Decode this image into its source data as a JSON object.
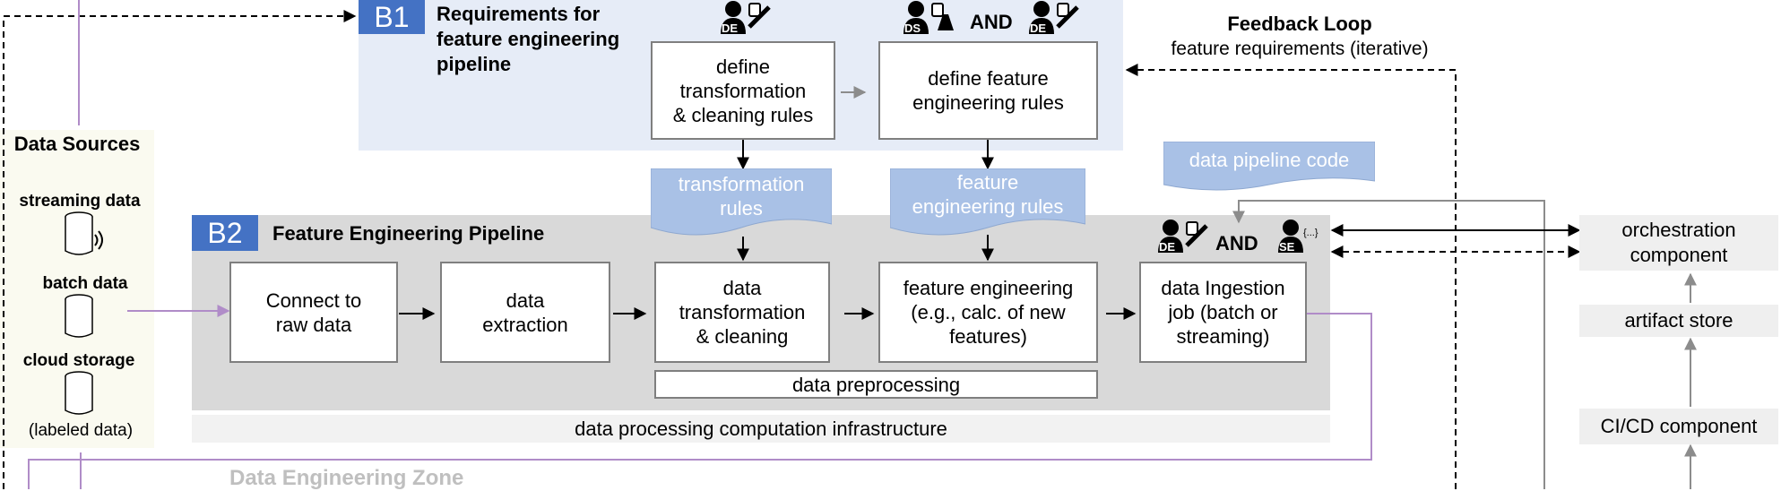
{
  "b1": {
    "tag": "B1",
    "title": "Requirements for feature engineering pipeline",
    "box1": "define\ntransformation\n& cleaning rules",
    "box2": "define feature\nengineering rules",
    "roles_box1": "DE",
    "roles_box2_a": "DS",
    "roles_box2_and": "AND",
    "roles_box2_b": "DE"
  },
  "feedback": {
    "title": "Feedback Loop",
    "subtitle": "feature requirements (iterative)"
  },
  "docs": {
    "transformation_rules": "transformation\nrules",
    "feature_rules": "feature\nengineering rules",
    "pipeline_code": "data pipeline code"
  },
  "b2": {
    "tag": "B2",
    "title": "Feature Engineering Pipeline",
    "steps": [
      "Connect to\nraw data",
      "data\nextraction",
      "data\ntransformation\n& cleaning",
      "feature engineering\n(e.g., calc. of new\nfeatures)",
      "data Ingestion\njob (batch or\nstreaming)"
    ],
    "preprocessing": "data preprocessing",
    "roles_a": "DE",
    "roles_and": "AND",
    "roles_b": "SE",
    "roles_b_badge": "{...}"
  },
  "infra": "data processing computation infrastructure",
  "zone": "Data Engineering Zone",
  "sources": {
    "title": "Data Sources",
    "items": [
      "streaming data",
      "batch data",
      "cloud storage"
    ],
    "note": "(labeled data)"
  },
  "right": {
    "orchestration": "orchestration\ncomponent",
    "artifact": "artifact store",
    "cicd": "CI/CD component"
  },
  "colors": {
    "accent": "#4472c4",
    "doc": "#a9c1e6",
    "purple": "#b08cc8"
  }
}
